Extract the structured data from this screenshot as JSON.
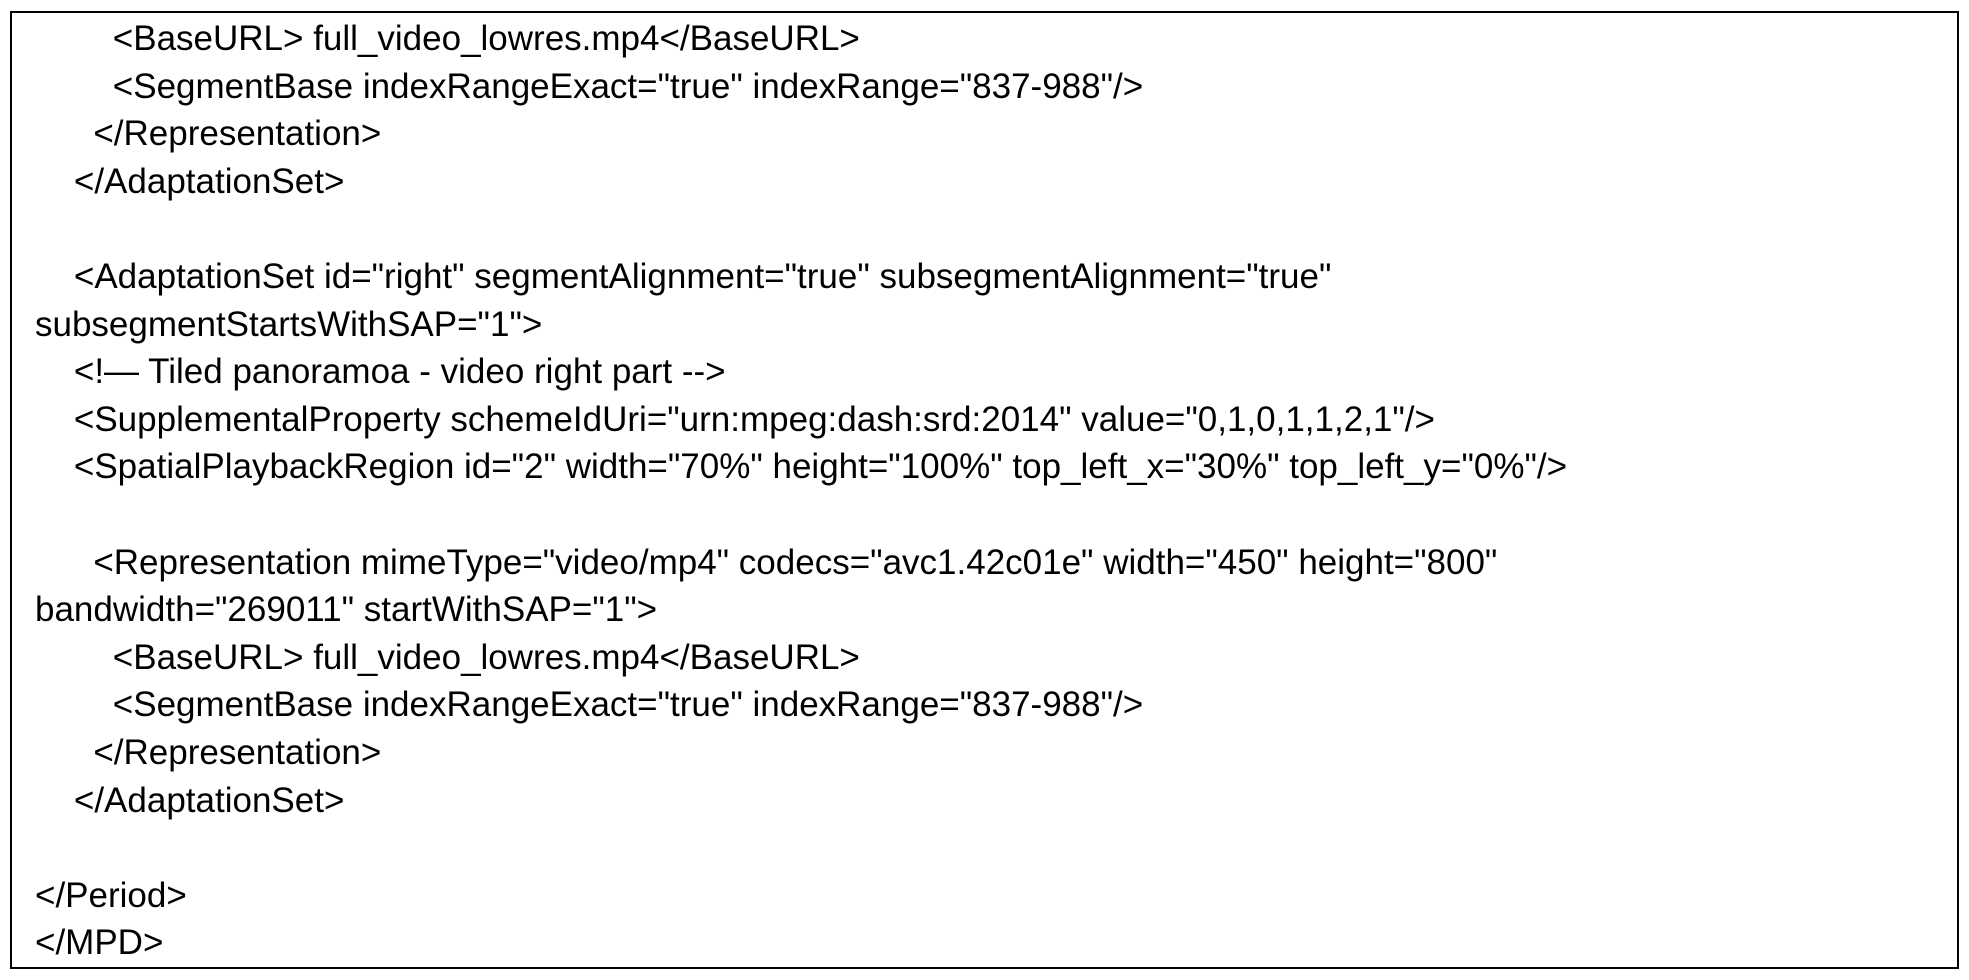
{
  "document": {
    "lines": [
      "        <BaseURL> full_video_lowres.mp4</BaseURL>",
      "        <SegmentBase indexRangeExact=\"true\" indexRange=\"837-988\"/>",
      "      </Representation>",
      "    </AdaptationSet>",
      "",
      "    <AdaptationSet id=\"right\" segmentAlignment=\"true\" subsegmentAlignment=\"true\"",
      "subsegmentStartsWithSAP=\"1\">",
      "    <!— Tiled panoramoa - video right part -->",
      "    <SupplementalProperty schemeIdUri=\"urn:mpeg:dash:srd:2014\" value=\"0,1,0,1,1,2,1\"/>",
      "    <SpatialPlaybackRegion id=\"2\" width=\"70%\" height=\"100%\" top_left_x=\"30%\" top_left_y=\"0%\"/>",
      "",
      "      <Representation mimeType=\"video/mp4\" codecs=\"avc1.42c01e\" width=\"450\" height=\"800\"",
      "bandwidth=\"269011\" startWithSAP=\"1\">",
      "        <BaseURL> full_video_lowres.mp4</BaseURL>",
      "        <SegmentBase indexRangeExact=\"true\" indexRange=\"837-988\"/>",
      "      </Representation>",
      "    </AdaptationSet>",
      "",
      "</Period>",
      "</MPD>"
    ]
  }
}
